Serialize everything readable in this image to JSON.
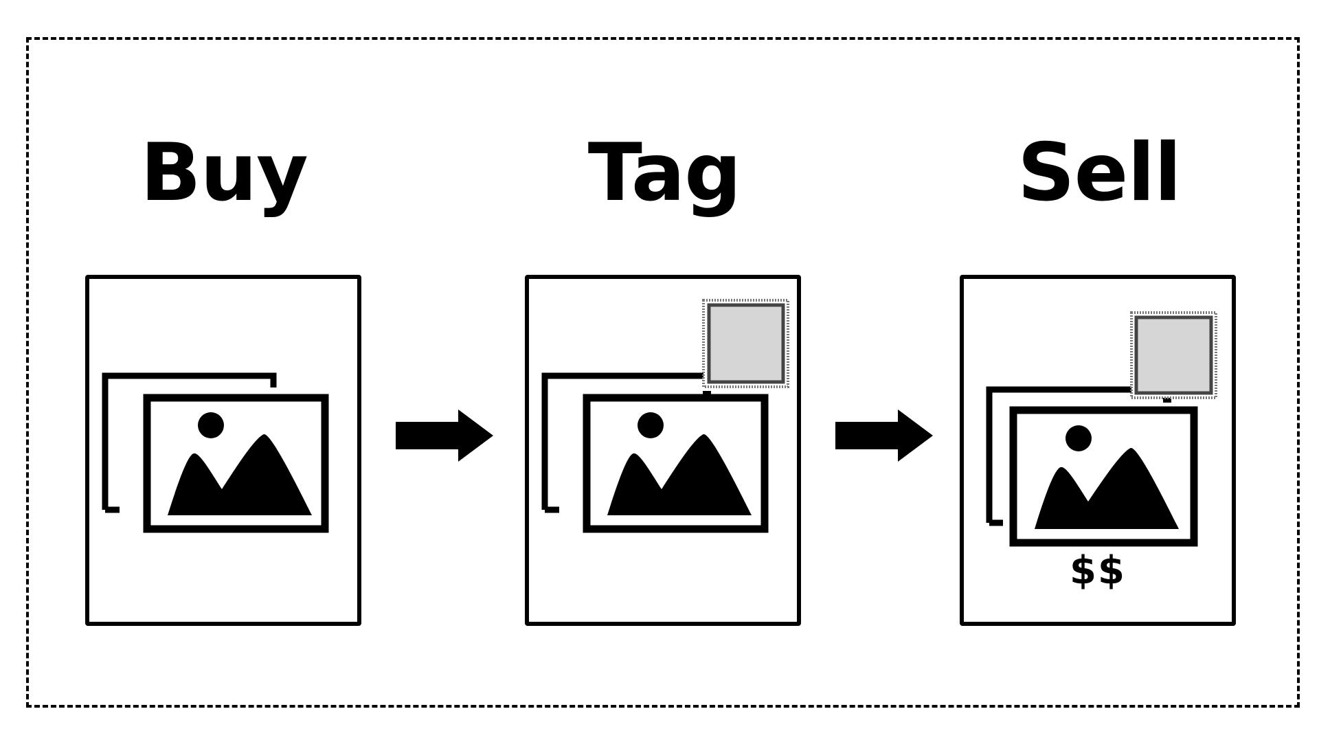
{
  "steps": [
    {
      "label": "Buy"
    },
    {
      "label": "Tag"
    },
    {
      "label": "Sell",
      "price": "$$"
    }
  ],
  "colors": {
    "stroke": "#000000",
    "tag_fill": "#d6d6d6",
    "tag_border": "#444444",
    "background": "#ffffff"
  }
}
